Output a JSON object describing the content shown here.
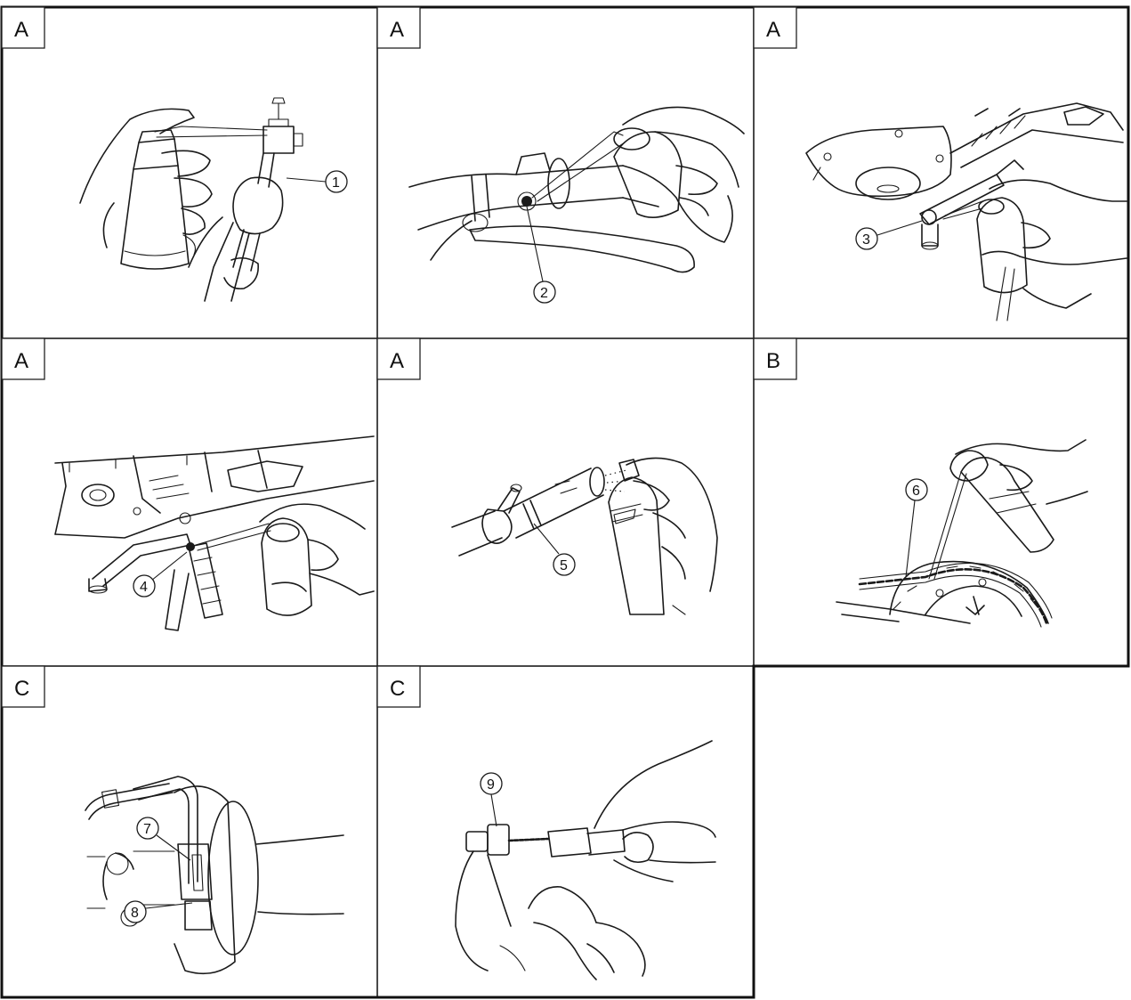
{
  "panels": [
    {
      "tag": "A",
      "callout": "1"
    },
    {
      "tag": "A",
      "callout": "2"
    },
    {
      "tag": "A",
      "callout": "3"
    },
    {
      "tag": "A",
      "callout": "4"
    },
    {
      "tag": "A",
      "callout": "5"
    },
    {
      "tag": "B",
      "callout": "6"
    },
    {
      "tag": "C",
      "callouts": [
        "7",
        "8"
      ]
    },
    {
      "tag": "C",
      "callout": "9"
    }
  ],
  "colors": {
    "line": "#1a1a1a",
    "frame": "#222222",
    "background": "#ffffff"
  }
}
